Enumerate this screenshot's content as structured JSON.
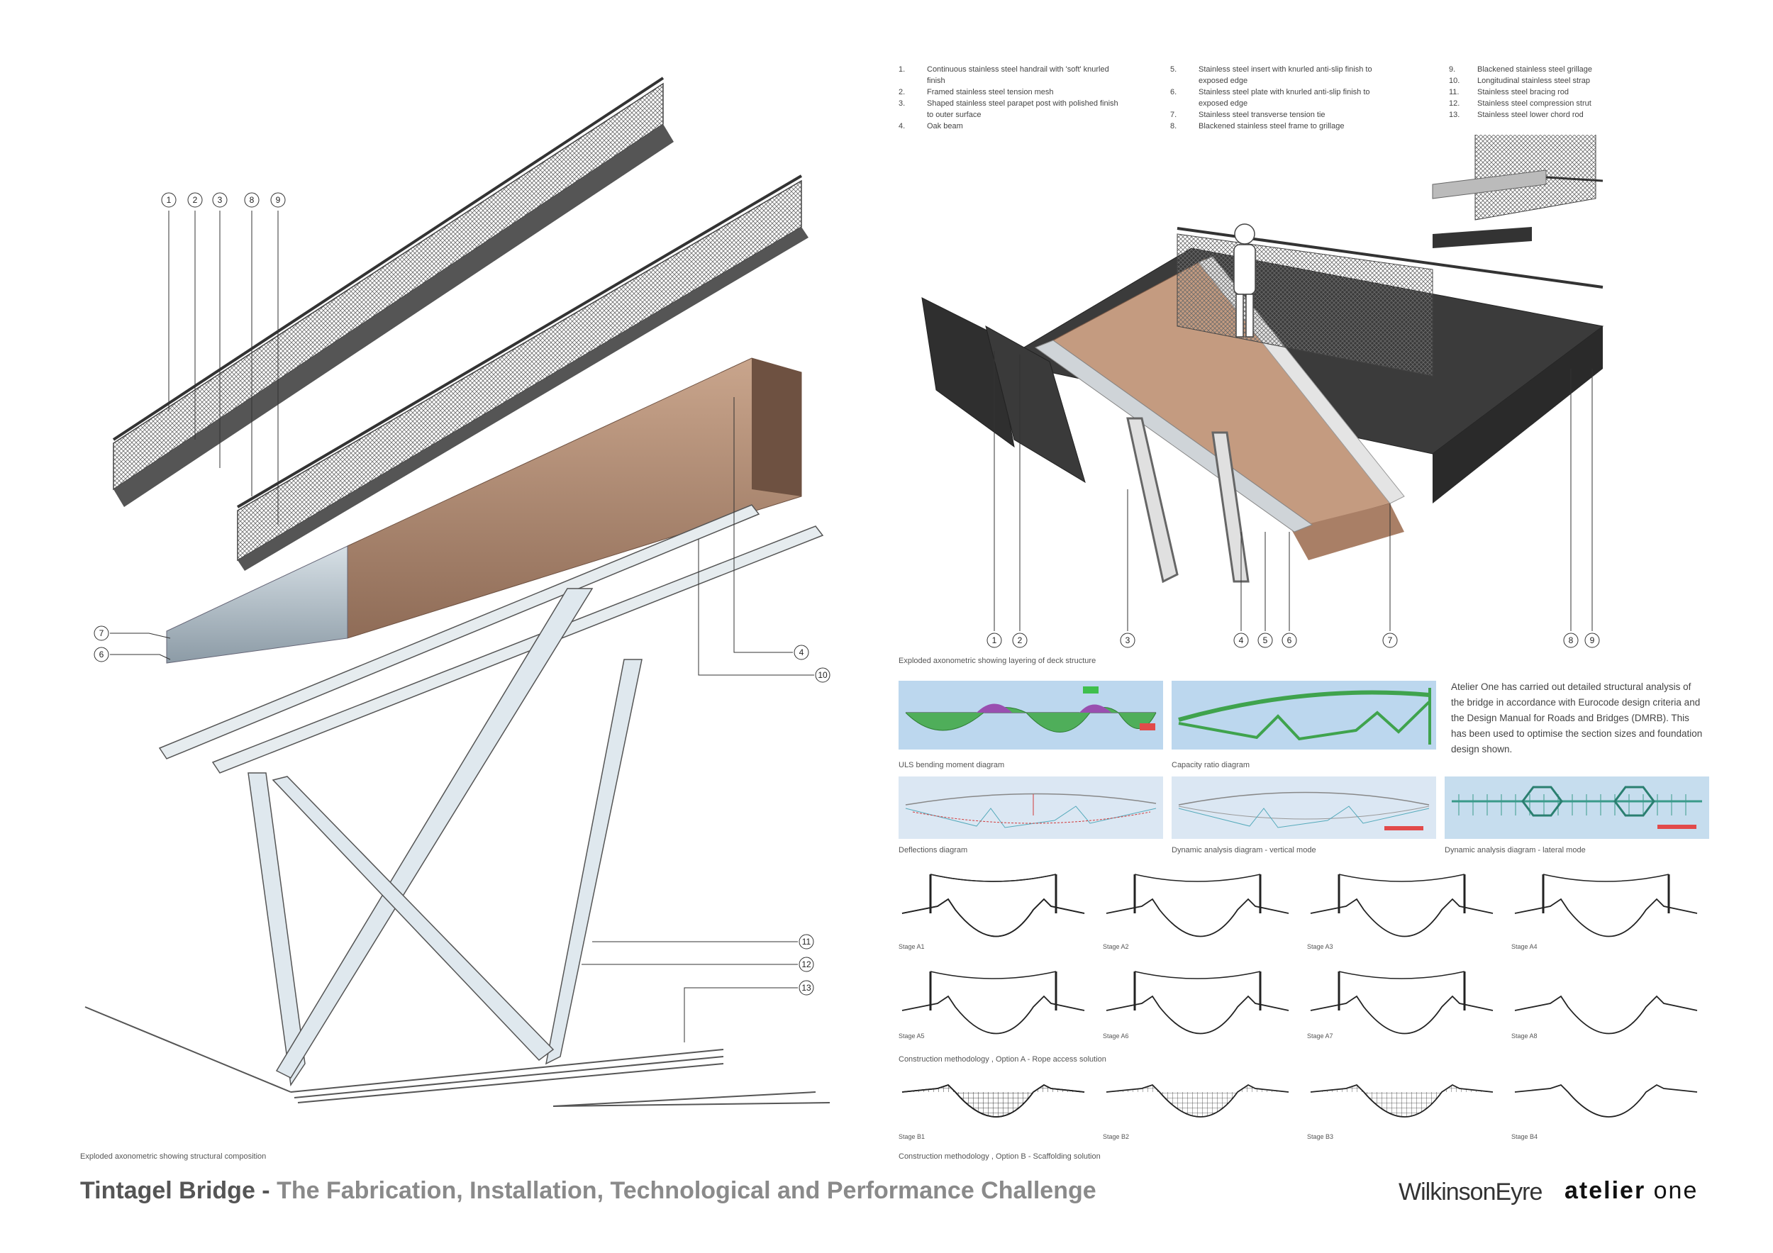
{
  "legend": [
    {
      "num": "1.",
      "text": "Continuous stainless steel handrail with 'soft' knurled finish"
    },
    {
      "num": "2.",
      "text": "Framed stainless steel tension mesh"
    },
    {
      "num": "3.",
      "text": "Shaped stainless steel parapet post with polished finish to outer surface"
    },
    {
      "num": "4.",
      "text": "Oak beam"
    },
    {
      "num": "5.",
      "text": "Stainless steel insert with knurled anti-slip finish to exposed edge"
    },
    {
      "num": "6.",
      "text": "Stainless steel plate with knurled anti-slip finish to exposed edge"
    },
    {
      "num": "7.",
      "text": "Stainless steel transverse tension tie"
    },
    {
      "num": "8.",
      "text": "Blackened stainless steel frame to grillage"
    },
    {
      "num": "9.",
      "text": "Blackened stainless steel grillage"
    },
    {
      "num": "10.",
      "text": "Longitudinal stainless steel strap"
    },
    {
      "num": "11.",
      "text": "Stainless steel bracing rod"
    },
    {
      "num": "12.",
      "text": "Stainless steel compression strut"
    },
    {
      "num": "13.",
      "text": "Stainless steel lower chord rod"
    }
  ],
  "callouts": {
    "left_top": [
      "1",
      "2",
      "3",
      "8",
      "9"
    ],
    "left_side": [
      "7",
      "6"
    ],
    "left_right": [
      "4",
      "10",
      "11",
      "12",
      "13"
    ],
    "deck": [
      "1",
      "2",
      "3",
      "4",
      "5",
      "6",
      "7",
      "8",
      "9"
    ]
  },
  "captions": {
    "structural": "Exploded axonometric showing structural composition",
    "deck": "Exploded axonometric showing layering of deck structure",
    "uls": "ULS bending moment diagram",
    "capacity": "Capacity ratio diagram",
    "deflections": "Deflections diagram",
    "dyn_vertical": "Dynamic analysis diagram - vertical mode",
    "dyn_lateral": "Dynamic analysis diagram - lateral mode",
    "option_a": "Construction methodology , Option A - Rope access solution",
    "option_b": "Construction methodology , Option B - Scaffolding solution"
  },
  "analysis_text": "Atelier One has carried out detailed structural analysis of the bridge in accordance with Eurocode design criteria and the Design Manual for Roads and Bridges (DMRB). This has been used to optimise the section sizes and foundation design shown.",
  "stages_a": [
    "Stage A1",
    "Stage A2",
    "Stage A3",
    "Stage A4",
    "Stage A5",
    "Stage A6",
    "Stage A7",
    "Stage A8"
  ],
  "stages_b": [
    "Stage B1",
    "Stage B2",
    "Stage B3",
    "Stage B4"
  ],
  "title": {
    "main": "Tintagel Bridge - ",
    "sub": "The Fabrication, Installation, Technological and Performance Challenge"
  },
  "logos": {
    "wilkinson": "WilkinsonEyre",
    "atelier_a": "atelier",
    "atelier_b": " one"
  },
  "colors": {
    "leader": "#d23b3b",
    "oak": "#b58e75",
    "steel": "#b9c8d2",
    "fem_green": "#3fa34d",
    "fem_bg": "#bcd7ee",
    "purple": "#9a4fb0"
  }
}
